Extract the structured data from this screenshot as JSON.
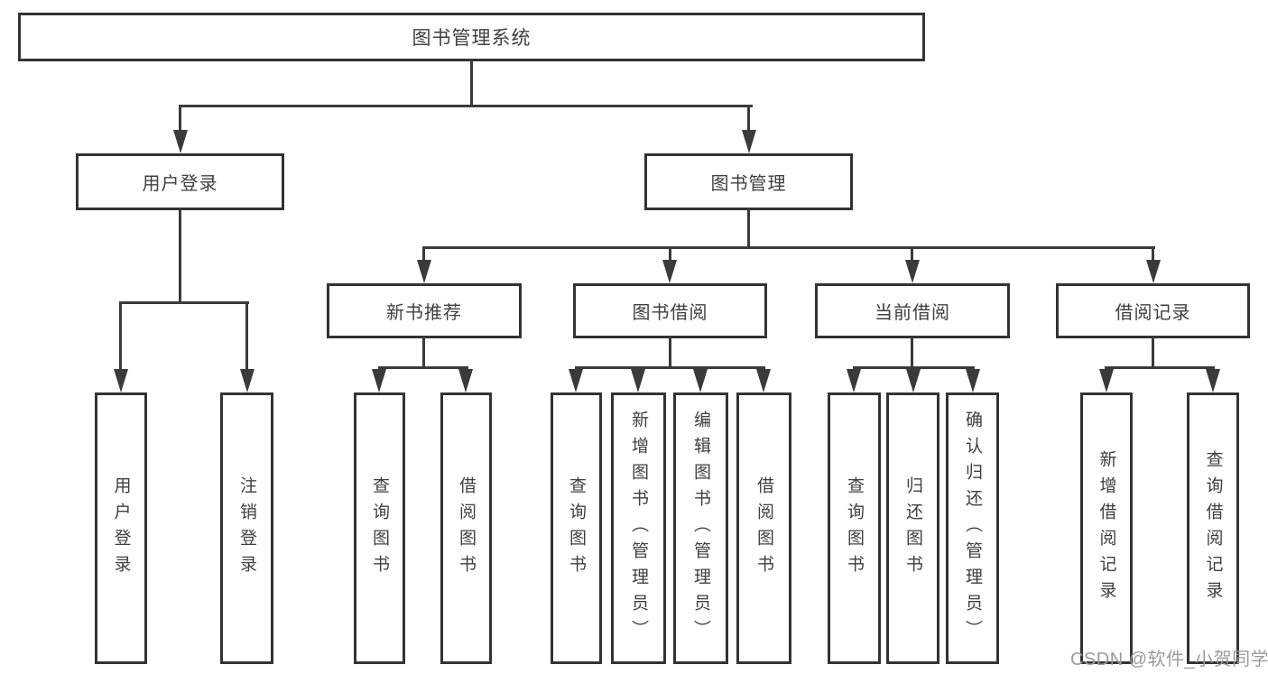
{
  "diagram": {
    "type": "tree",
    "nodes": {
      "root": "图书管理系统",
      "user_login": "用户登录",
      "book_mgmt": "图书管理",
      "new_book_rec": "新书推荐",
      "book_borrow": "图书借阅",
      "current_borrow": "当前借阅",
      "borrow_records": "借阅记录",
      "login_leaf": "用户登录",
      "logout_leaf": "注销登录",
      "rec_query_book": "查询图书",
      "rec_borrow_book": "借阅图书",
      "bb_query_book": "查询图书",
      "bb_add_book": "新增图书（管理员）",
      "bb_edit_book": "编辑图书（管理员）",
      "bb_borrow_book": "借阅图书",
      "cb_query_book": "查询图书",
      "cb_return_book": "归还图书",
      "cb_confirm_return": "确认归还（管理员）",
      "br_add_record": "新增借阅记录",
      "br_query_record": "查询借阅记录"
    },
    "hierarchy": {
      "图书管理系统": [
        "用户登录",
        "图书管理"
      ],
      "用户登录": [
        "用户登录",
        "注销登录"
      ],
      "图书管理": [
        "新书推荐",
        "图书借阅",
        "当前借阅",
        "借阅记录"
      ],
      "新书推荐": [
        "查询图书",
        "借阅图书"
      ],
      "图书借阅": [
        "查询图书",
        "新增图书（管理员）",
        "编辑图书（管理员）",
        "借阅图书"
      ],
      "当前借阅": [
        "查询图书",
        "归还图书",
        "确认归还（管理员）"
      ],
      "借阅记录": [
        "新增借阅记录",
        "查询借阅记录"
      ]
    },
    "colors": {
      "line": "#3a3a3a",
      "box_border": "#333333",
      "text": "#3f3f3f",
      "watermark_text": "#9b9b9b",
      "background": "#ffffff"
    }
  },
  "watermark": "CSDN @软件_小贺同学"
}
